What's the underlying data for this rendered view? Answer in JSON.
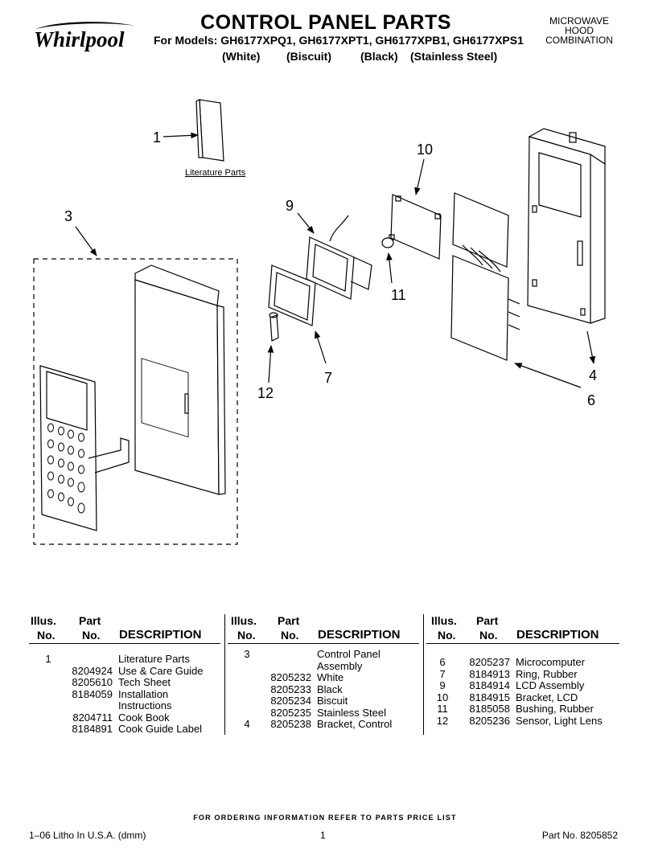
{
  "header": {
    "brand": "Whirlpool",
    "title": "CONTROL PANEL PARTS",
    "models": "For Models: GH6177XPQ1, GH6177XPT1, GH6177XPB1, GH6177XPS1",
    "colors": [
      "(White)",
      "(Biscuit)",
      "(Black)",
      "(Stainless Steel)"
    ],
    "product_lines": [
      "MICROWAVE",
      "HOOD",
      "COMBINATION"
    ]
  },
  "diagram": {
    "callouts": [
      "1",
      "3",
      "9",
      "10",
      "11",
      "7",
      "12",
      "4",
      "6"
    ],
    "literature_label": "Literature Parts"
  },
  "table_headers": {
    "illus_1": "Illus.",
    "illus_2": "No.",
    "part_1": "Part",
    "part_2": "No.",
    "desc": "DESCRIPTION"
  },
  "tables": [
    [
      {
        "no": "1",
        "part": "",
        "desc": "Literature Parts"
      },
      {
        "no": "",
        "part": "8204924",
        "desc": "Use & Care Guide"
      },
      {
        "no": "",
        "part": "8205610",
        "desc": "Tech Sheet"
      },
      {
        "no": "",
        "part": "8184059",
        "desc": "Installation"
      },
      {
        "no": "",
        "part": "",
        "desc": "Instructions"
      },
      {
        "no": "",
        "part": "8204711",
        "desc": "Cook Book"
      },
      {
        "no": "",
        "part": "8184891",
        "desc": "Cook Guide Label"
      }
    ],
    [
      {
        "no": "3",
        "part": "",
        "desc": "Control Panel"
      },
      {
        "no": "",
        "part": "",
        "desc": "Assembly"
      },
      {
        "no": "",
        "part": "8205232",
        "desc": "White"
      },
      {
        "no": "",
        "part": "8205233",
        "desc": "Black"
      },
      {
        "no": "",
        "part": "8205234",
        "desc": "Biscuit"
      },
      {
        "no": "",
        "part": "8205235",
        "desc": "Stainless Steel"
      },
      {
        "no": "4",
        "part": "8205238",
        "desc": "Bracket, Control"
      }
    ],
    [
      {
        "no": "6",
        "part": "8205237",
        "desc": "Microcomputer"
      },
      {
        "no": "7",
        "part": "8184913",
        "desc": "Ring, Rubber"
      },
      {
        "no": "9",
        "part": "8184914",
        "desc": "LCD Assembly"
      },
      {
        "no": "10",
        "part": "8184915",
        "desc": "Bracket, LCD"
      },
      {
        "no": "11",
        "part": "8185058",
        "desc": "Bushing, Rubber"
      },
      {
        "no": "12",
        "part": "8205236",
        "desc": "Sensor, Light Lens"
      }
    ]
  ],
  "footer": {
    "order_note": "FOR ORDERING INFORMATION REFER TO PARTS PRICE LIST",
    "litho": "1–06 Litho In U.S.A. (dmm)",
    "page": "1",
    "part_no": "Part No. 8205852"
  }
}
